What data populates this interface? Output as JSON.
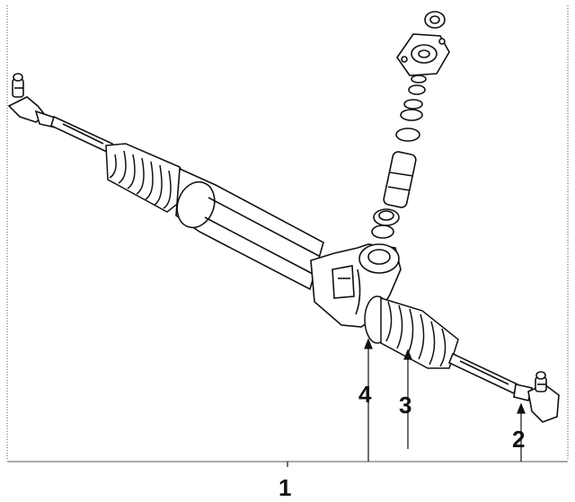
{
  "diagram": {
    "callouts": {
      "c1": "1",
      "c2": "2",
      "c3": "3",
      "c4": "4"
    }
  },
  "colors": {
    "ink": "#111111",
    "paper": "#ffffff",
    "frame": "#555555"
  }
}
